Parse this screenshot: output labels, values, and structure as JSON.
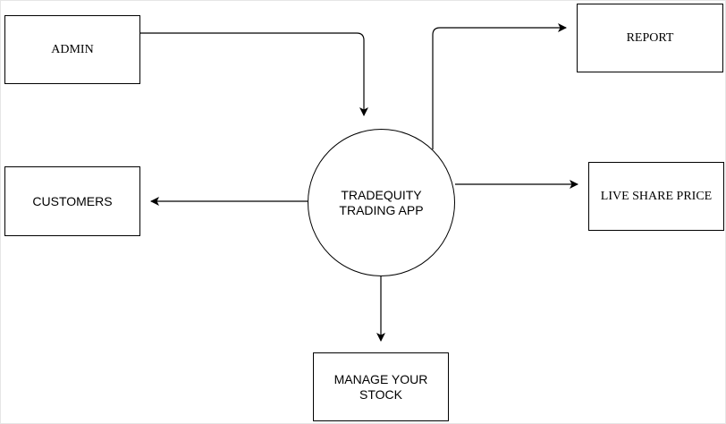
{
  "diagram": {
    "nodes": {
      "admin": "ADMIN",
      "report": "REPORT",
      "customers": "CUSTOMERS",
      "live_share_price": "LIVE SHARE PRICE",
      "manage_stock": "MANAGE YOUR\nSTOCK",
      "center": "TRADEQUITY\nTRADING APP"
    },
    "edges": [
      {
        "from": "admin",
        "to": "center"
      },
      {
        "from": "center",
        "to": "report"
      },
      {
        "from": "center",
        "to": "customers"
      },
      {
        "from": "center",
        "to": "live_share_price"
      },
      {
        "from": "center",
        "to": "manage_stock"
      }
    ],
    "colors": {
      "stroke": "#000000",
      "background": "#ffffff"
    }
  }
}
